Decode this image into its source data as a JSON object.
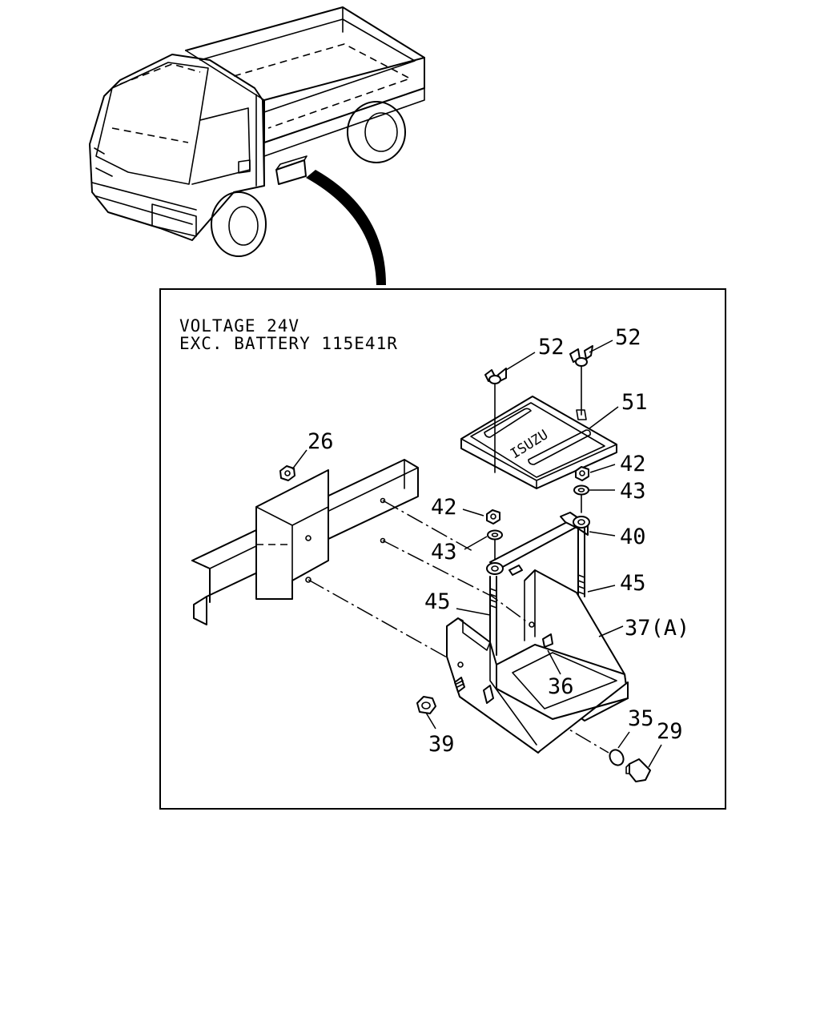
{
  "notes": {
    "line1": "VOLTAGE 24V",
    "line2": "EXC. BATTERY 115E41R"
  },
  "cover": {
    "brand": "ISUZU"
  },
  "callouts": {
    "c52a": "52",
    "c52b": "52",
    "c51": "51",
    "c26": "26",
    "c42a": "42",
    "c42b": "42",
    "c43a": "43",
    "c43b": "43",
    "c40": "40",
    "c45a": "45",
    "c45b": "45",
    "c37": "37(A)",
    "c36": "36",
    "c35": "35",
    "c29": "29",
    "c39": "39"
  }
}
